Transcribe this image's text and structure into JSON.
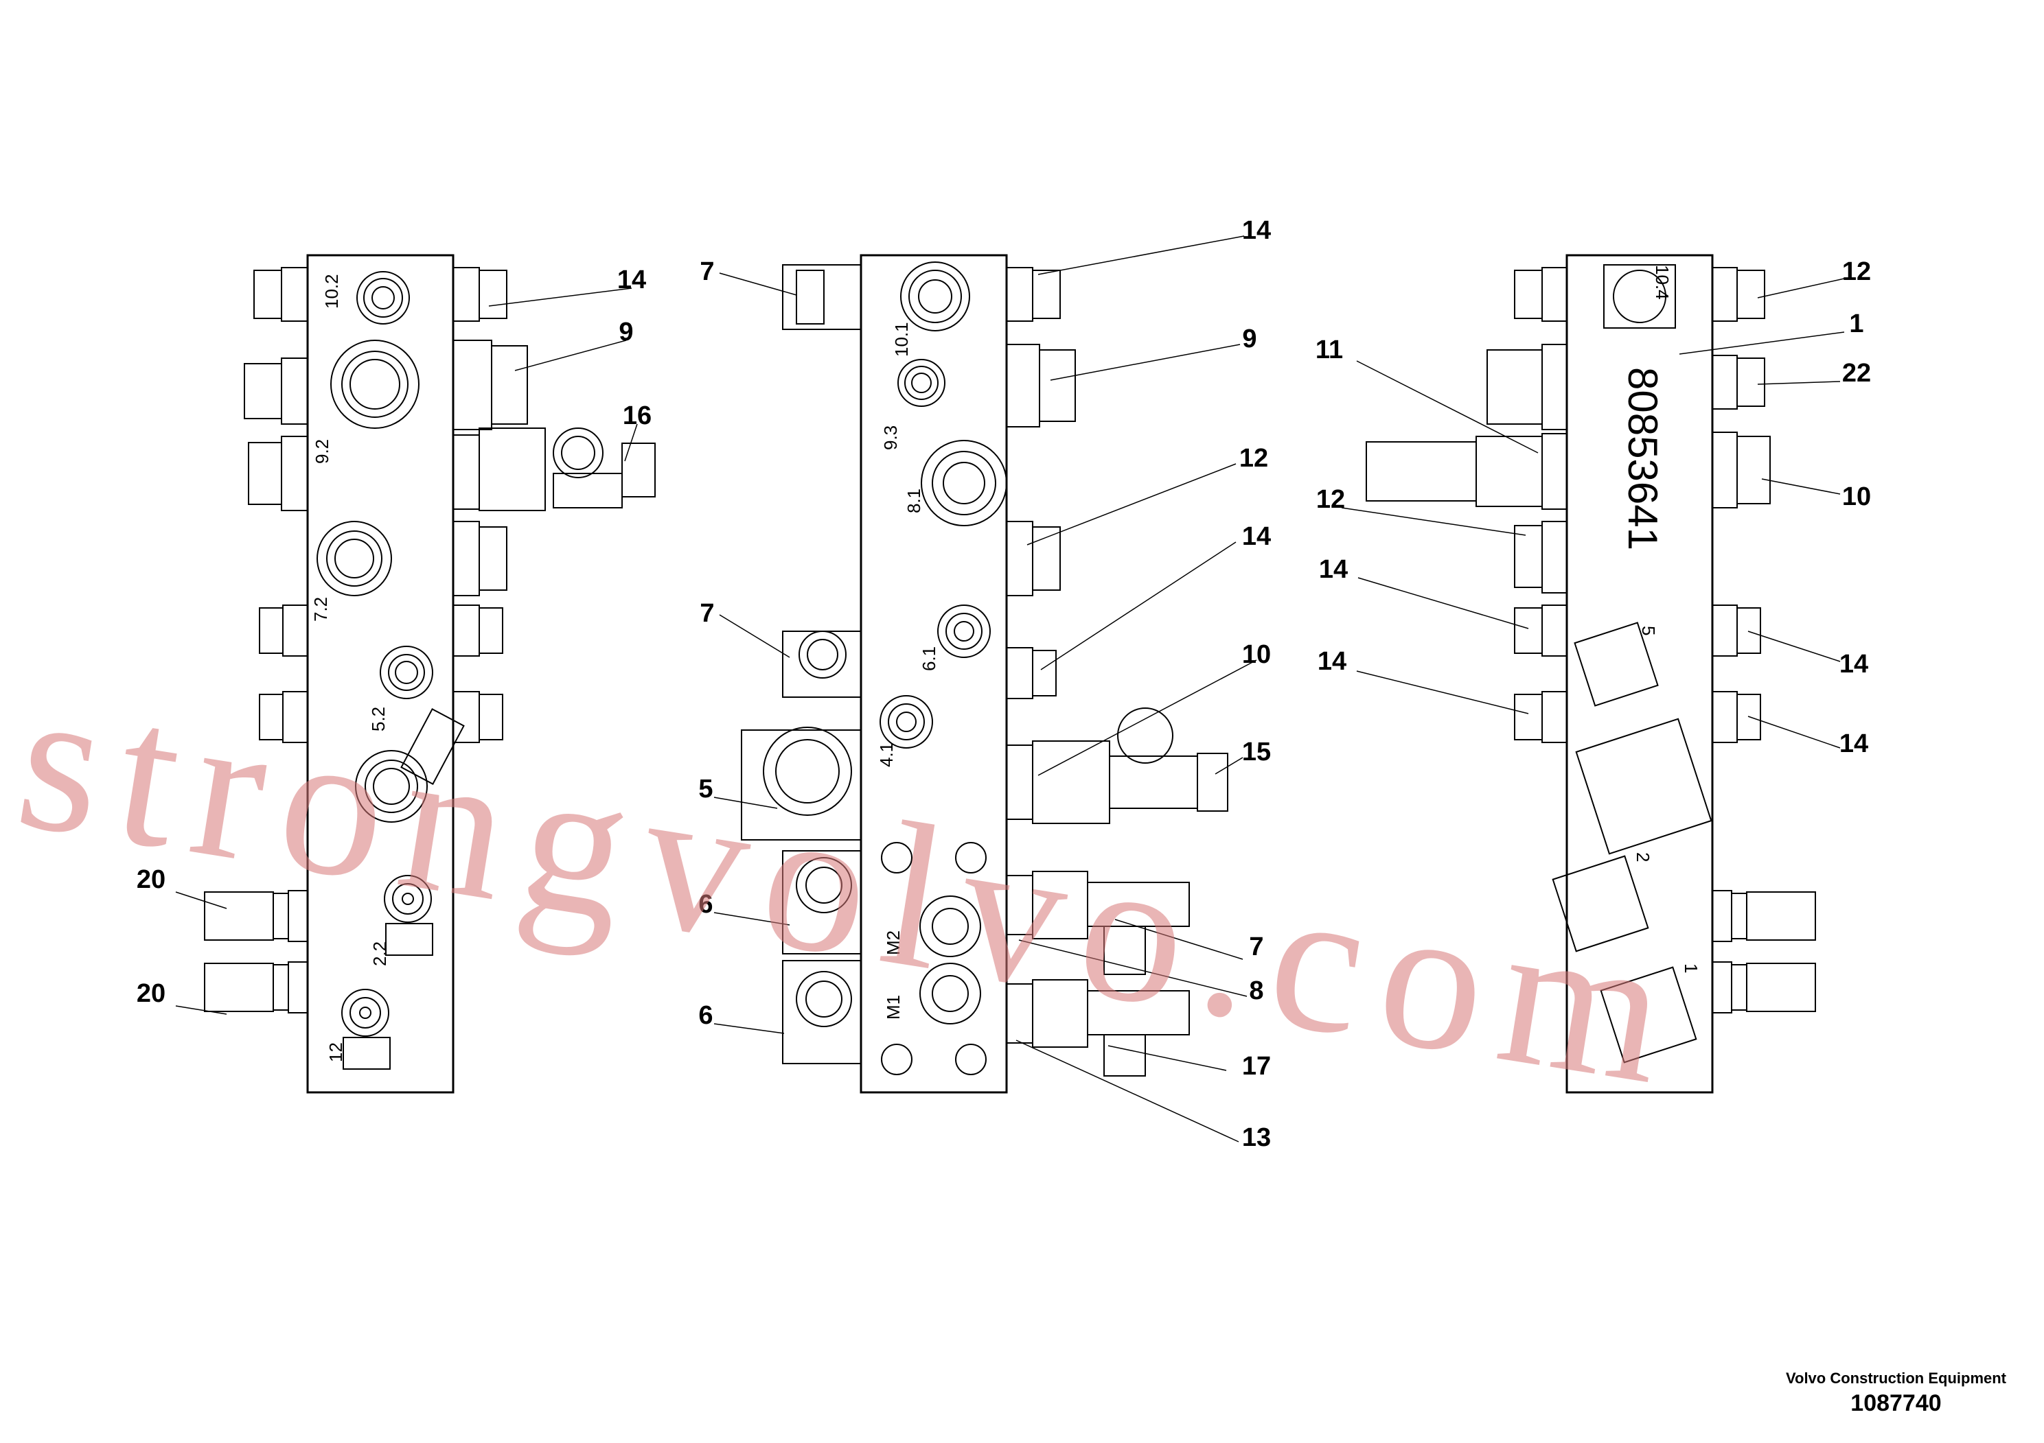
{
  "callouts": [
    {
      "n": "14",
      "view": "left"
    },
    {
      "n": "9",
      "view": "left"
    },
    {
      "n": "16",
      "view": "left"
    },
    {
      "n": "20",
      "view": "left"
    },
    {
      "n": "20",
      "view": "left"
    },
    {
      "n": "7",
      "view": "middle"
    },
    {
      "n": "14",
      "view": "middle"
    },
    {
      "n": "9",
      "view": "middle"
    },
    {
      "n": "12",
      "view": "middle"
    },
    {
      "n": "14",
      "view": "middle"
    },
    {
      "n": "7",
      "view": "middle"
    },
    {
      "n": "10",
      "view": "middle"
    },
    {
      "n": "15",
      "view": "middle"
    },
    {
      "n": "5",
      "view": "middle"
    },
    {
      "n": "6",
      "view": "middle"
    },
    {
      "n": "7",
      "view": "middle"
    },
    {
      "n": "8",
      "view": "middle"
    },
    {
      "n": "6",
      "view": "middle"
    },
    {
      "n": "17",
      "view": "middle"
    },
    {
      "n": "13",
      "view": "middle"
    },
    {
      "n": "12",
      "view": "right"
    },
    {
      "n": "1",
      "view": "right"
    },
    {
      "n": "11",
      "view": "right"
    },
    {
      "n": "22",
      "view": "right"
    },
    {
      "n": "10",
      "view": "right"
    },
    {
      "n": "12",
      "view": "right"
    },
    {
      "n": "14",
      "view": "right"
    },
    {
      "n": "14",
      "view": "right"
    },
    {
      "n": "14",
      "view": "right"
    },
    {
      "n": "14",
      "view": "right"
    }
  ],
  "port_labels": [
    "10.2",
    "9.2",
    "7.2",
    "5.2",
    "2.2",
    "12",
    "10.1",
    "9.3",
    "8.1",
    "6.1",
    "4.1",
    "M2",
    "M1",
    "10.4",
    "5",
    "2",
    "1"
  ],
  "part_number_on_block": "80853641",
  "watermark": "strongvolvo.com",
  "credit": {
    "company": "Volvo Construction Equipment",
    "drawing_number": "1087740"
  }
}
